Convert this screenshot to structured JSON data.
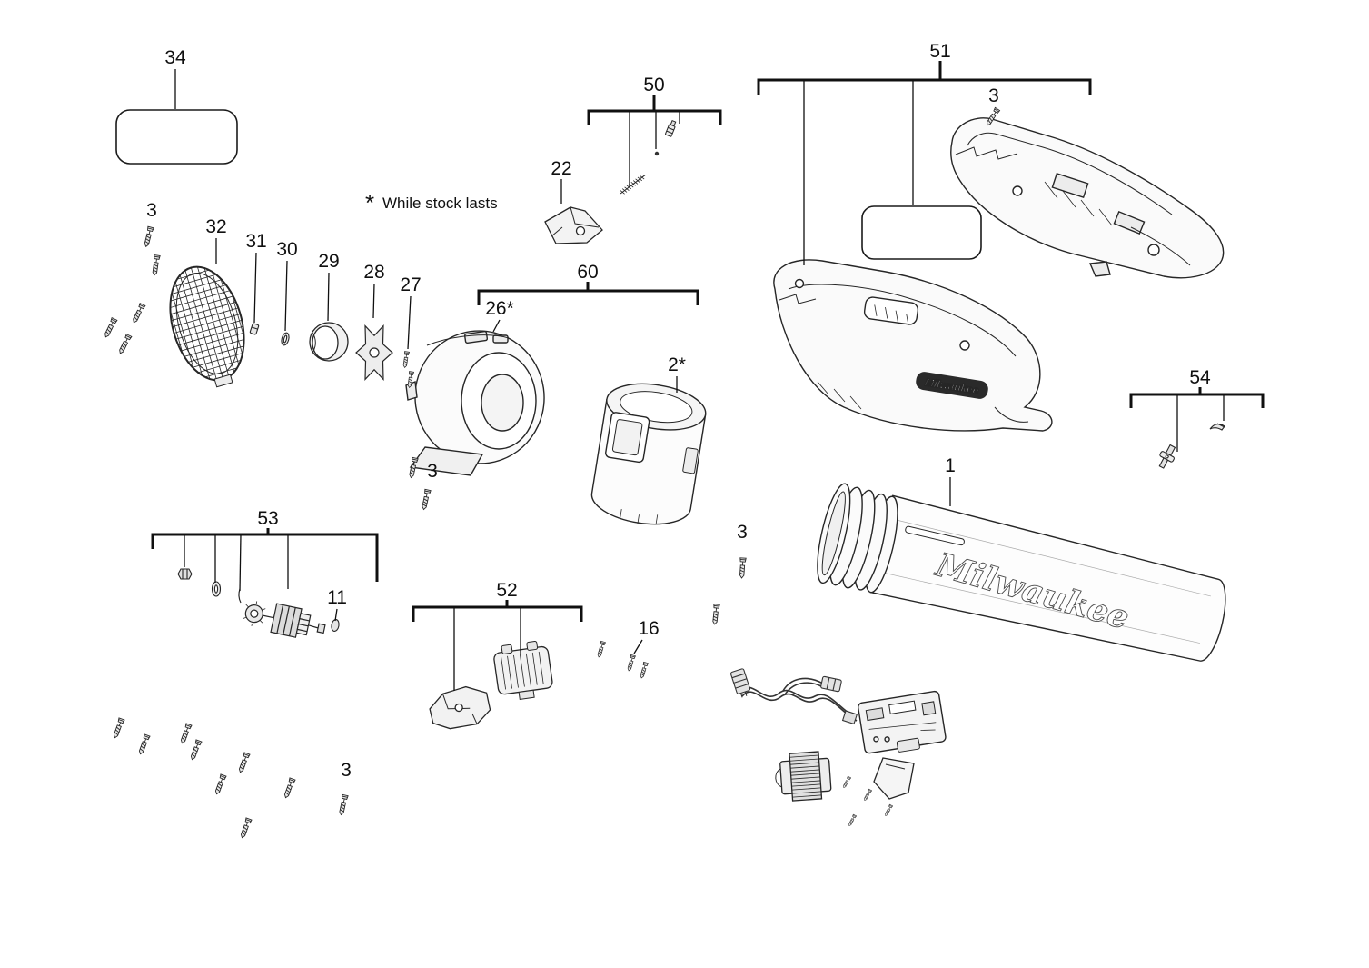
{
  "diagram": {
    "note": {
      "mark": "*",
      "text": "While stock lasts"
    },
    "brands": {
      "tube_logo": "Milwaukee",
      "housing_logo": "Milwaukee"
    },
    "callouts": {
      "c34": "34",
      "c50": "50",
      "c51": "51",
      "c22": "22",
      "c32": "32",
      "c31": "31",
      "c30": "30",
      "c29": "29",
      "c28": "28",
      "c27": "27",
      "c26": "26*",
      "c60": "60",
      "c2": "2*",
      "c54": "54",
      "c1": "1",
      "c53": "53",
      "c11": "11",
      "c52": "52",
      "c16": "16",
      "c3_left": "3",
      "c3_fan": "3",
      "c3_housing": "3",
      "c3_tube": "3",
      "c3_bottom": "3"
    }
  }
}
